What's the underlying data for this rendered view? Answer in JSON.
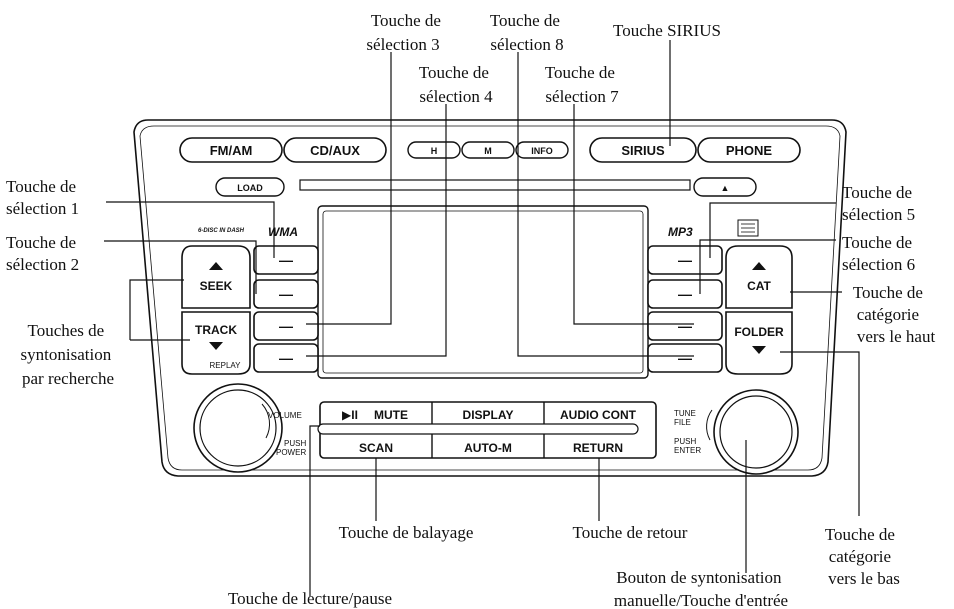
{
  "top_row": {
    "fm_am": "FM/AM",
    "cd_aux": "CD/AUX",
    "h": "H",
    "m": "M",
    "info": "INFO",
    "sirius": "SIRIUS",
    "phone": "PHONE"
  },
  "load": "LOAD",
  "eject_glyph": "▲",
  "logos": {
    "wma": "WMA",
    "mp3": "MP3",
    "sixdisc": "6-DISC IN DASH"
  },
  "left_keys": {
    "seek": "SEEK",
    "track": "TRACK",
    "replay": "REPLAY"
  },
  "right_keys": {
    "cat": "CAT",
    "folder": "FOLDER"
  },
  "preset_dash": "—",
  "bottom": {
    "play_glyph": "▶II",
    "mute": "MUTE",
    "display": "DISPLAY",
    "audio_cont": "AUDIO CONT",
    "scan": "SCAN",
    "auto_m": "AUTO-M",
    "return": "RETURN"
  },
  "left_knob": {
    "volume": "VOLUME",
    "push": "PUSH",
    "power": "POWER"
  },
  "right_knob": {
    "tune": "TUNE",
    "file": "FILE",
    "push": "PUSH",
    "enter": "ENTER"
  },
  "labels": {
    "sel3": [
      "Touche de",
      "sélection 3"
    ],
    "sel8": [
      "Touche de",
      "sélection 8"
    ],
    "sirius": [
      "Touche SIRIUS"
    ],
    "sel4": [
      "Touche de",
      "sélection 4"
    ],
    "sel7": [
      "Touche de",
      "sélection 7"
    ],
    "sel1": [
      "Touche de",
      "sélection 1"
    ],
    "sel2": [
      "Touche de",
      "sélection 2"
    ],
    "seek": [
      "Touches de",
      "syntonisation",
      "par recherche"
    ],
    "sel5": [
      "Touche de",
      "sélection 5"
    ],
    "sel6": [
      "Touche de",
      "sélection 6"
    ],
    "cat_up": [
      "Touche de",
      "catégorie",
      "vers le haut"
    ],
    "cat_down": [
      "Touche de",
      "catégorie",
      "vers le bas"
    ],
    "scan": [
      "Touche de balayage"
    ],
    "return": [
      "Touche de retour"
    ],
    "play": [
      "Touche de lecture/pause"
    ],
    "tune": [
      "Bouton de syntonisation",
      "manuelle/Touche d'entrée"
    ]
  }
}
